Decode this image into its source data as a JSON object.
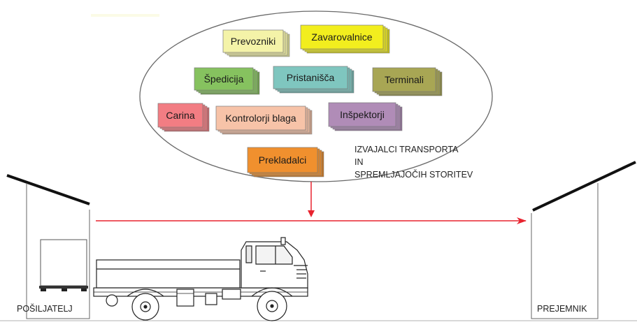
{
  "boxes": [
    {
      "id": "prevozniki",
      "label": "Prevozniki",
      "color": "#f4f3a8"
    },
    {
      "id": "zavarovalnice",
      "label": "Zavarovalnice",
      "color": "#f2ee1e"
    },
    {
      "id": "spedicija",
      "label": "Špedicija",
      "color": "#86c25f"
    },
    {
      "id": "pristanisca",
      "label": "Pristanišča",
      "color": "#7fc6bf"
    },
    {
      "id": "terminali",
      "label": "Terminali",
      "color": "#a8a654"
    },
    {
      "id": "carina",
      "label": "Carina",
      "color": "#f27d83"
    },
    {
      "id": "kontrolorji",
      "label": "Kontrolorji blaga",
      "color": "#f7c3a8"
    },
    {
      "id": "inspektorji",
      "label": "Inšpektorji",
      "color": "#b08cb7"
    },
    {
      "id": "prekladalci",
      "label": "Prekladalci",
      "color": "#f0902e"
    }
  ],
  "ellipse_caption": [
    "IZVAJALCI TRANSPORTA",
    "IN",
    "SPREMLJAJOČIH STORITEV"
  ],
  "sender_label": "POŠILJATELJ",
  "receiver_label": "PREJEMNIK",
  "colors": {
    "flow_arrow": "#e8232f",
    "roof": "#111111",
    "outline": "#555555"
  }
}
